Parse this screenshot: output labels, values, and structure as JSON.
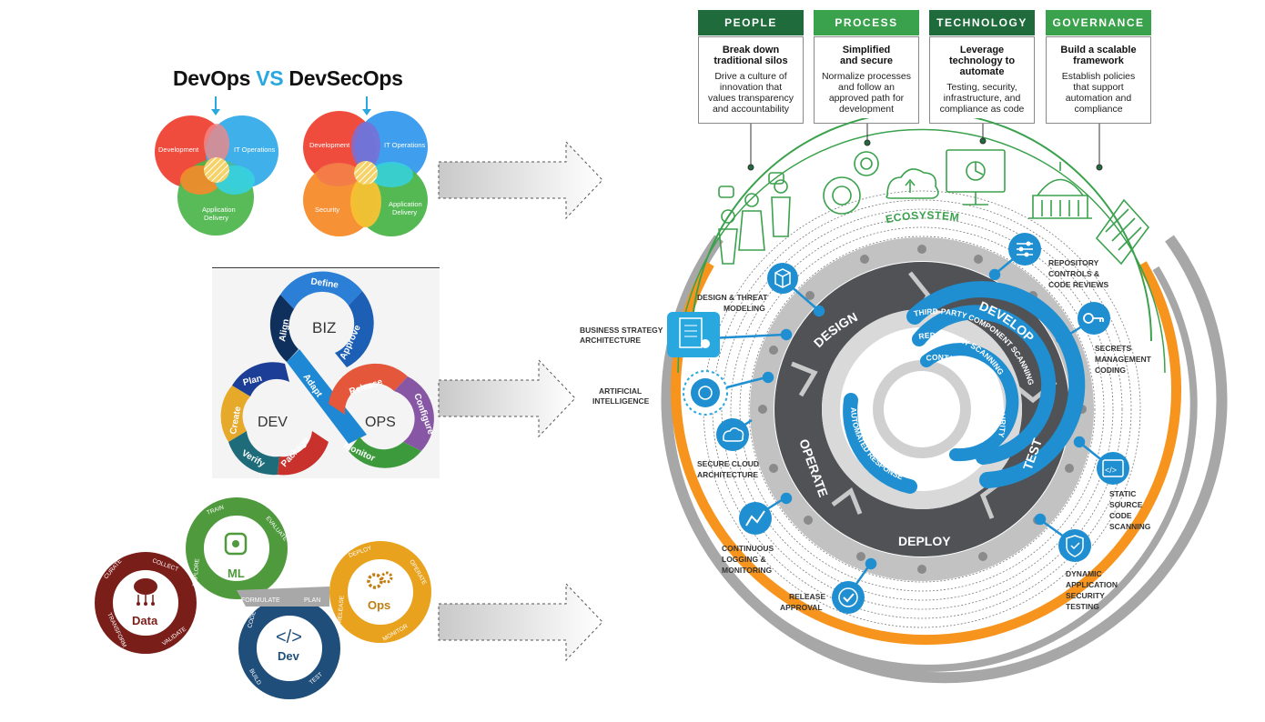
{
  "title": {
    "left": "DevOps",
    "vs": "VS",
    "right": "DevSecOps"
  },
  "venn_devops": {
    "development": "Development",
    "it_operations": "IT Operations",
    "application_delivery": [
      "Application",
      "Delivery"
    ]
  },
  "venn_devsecops": {
    "development": "Development",
    "it_operations": "IT Operations",
    "security": "Security",
    "application_delivery": [
      "Application",
      "Delivery"
    ]
  },
  "bizdevops": {
    "biz": "BIZ",
    "dev": "DEV",
    "ops": "OPS",
    "define": "Define",
    "align": "Align",
    "approve": "Approve",
    "adapt": "Adapt",
    "plan": "Plan",
    "create": "Create",
    "verify": "Verify",
    "package": "Package",
    "release": "Release",
    "configure": "Configure",
    "monitor": "Monitor"
  },
  "mlops": {
    "data": "Data",
    "ml": "ML",
    "dev": "Dev",
    "ops": "Ops",
    "curate": "CURATE",
    "collect": "COLLECT",
    "transform": "TRANSFORM",
    "validate": "VALIDATE",
    "explore": "EXPLORE",
    "train": "TRAIN",
    "evaluate": "EVALUATE",
    "formulate": "FORMULATE",
    "plan": "PLAN",
    "code": "CODE",
    "build": "BUILD",
    "test": "TEST",
    "release": "RELEASE",
    "deploy": "DEPLOY",
    "operate": "OPERATE",
    "monitor": "MONITOR"
  },
  "pillars": [
    {
      "header": "PEOPLE",
      "bold": [
        "Break down",
        "traditional silos"
      ],
      "body": [
        "Drive a culture of",
        "innovation that",
        "values transparency",
        "and accountability"
      ]
    },
    {
      "header": "PROCESS",
      "bold": [
        "Simplified",
        "and secure"
      ],
      "body": [
        "Normalize processes",
        "and follow an",
        "approved path for",
        "development"
      ]
    },
    {
      "header": "TECHNOLOGY",
      "bold": [
        "Leverage",
        "technology to",
        "automate"
      ],
      "body": [
        "Testing, security,",
        "infrastructure, and",
        "compliance as code"
      ]
    },
    {
      "header": "GOVERNANCE",
      "bold": [
        "Build a scalable",
        "framework"
      ],
      "body": [
        "Establish policies",
        "that support",
        "automation and",
        "compliance"
      ]
    }
  ],
  "ecosystem": "ECOSYSTEM",
  "phases": {
    "design": "DESIGN",
    "develop": "DEVELOP",
    "test": "TEST",
    "deploy": "DEPLOY",
    "operate": "OPERATE"
  },
  "inner_arcs": {
    "third_party": "THIRD-PARTY COMPONENT SCANNING",
    "repository": "REPOSITORY SCANNING",
    "container": "CONTAINER & CLOUD SECURITY",
    "automated": "AUTOMATED RESPONSE"
  },
  "callouts": {
    "design_threat": [
      "DESIGN & THREAT",
      "MODELING"
    ],
    "business_strategy": [
      "BUSINESS STRATEGY",
      "ARCHITECTURE"
    ],
    "artificial_intelligence": [
      "ARTIFICIAL",
      "INTELLIGENCE"
    ],
    "secure_cloud": [
      "SECURE CLOUD",
      "ARCHITECTURE"
    ],
    "continuous_logging": [
      "CONTINUOUS",
      "LOGGING &",
      "MONITORING"
    ],
    "release_approval": [
      "RELEASE",
      "APPROVAL"
    ],
    "repository_controls": [
      "REPOSITORY",
      "CONTROLS &",
      "CODE REVIEWS"
    ],
    "secrets_management": [
      "SECRETS",
      "MANAGEMENT",
      "CODING"
    ],
    "static_source": [
      "STATIC",
      "SOURCE",
      "CODE",
      "SCANNING"
    ],
    "dynamic_app": [
      "DYNAMIC",
      "APPLICATION",
      "SECURITY",
      "TESTING"
    ]
  },
  "colors": {
    "green_dark": "#1f6b3b",
    "green": "#3aa14c",
    "orange": "#f7941d",
    "blue": "#1f8fd1",
    "dark_gray": "#505255",
    "light_gray": "#b8b8b8"
  }
}
